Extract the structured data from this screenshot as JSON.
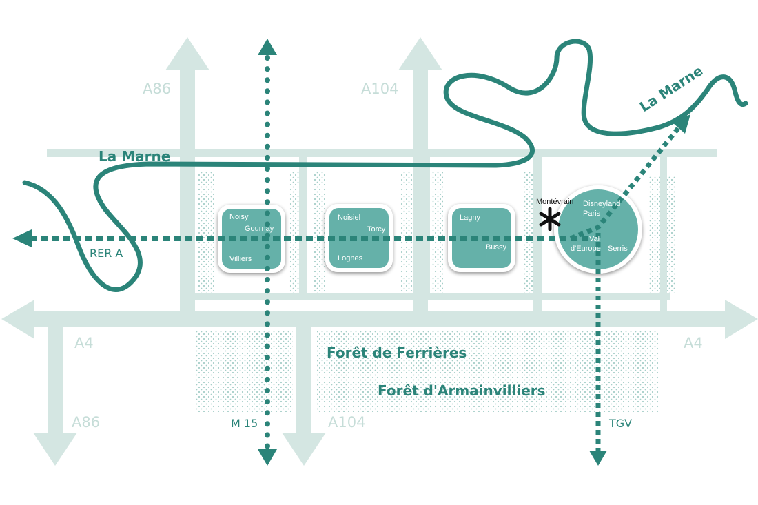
{
  "colors": {
    "road": "#d4e6e2",
    "teal": "#2b8479",
    "zone": "#65b1a9",
    "dots": "#a6cec8",
    "road_text": "#c6ddd8",
    "white": "#ffffff",
    "black": "#111111"
  },
  "roads": {
    "a86_top": "A86",
    "a104_top": "A104",
    "a4_left": "A4",
    "a4_right": "A4",
    "a86_bottom": "A86",
    "a104_bottom": "A104"
  },
  "river": {
    "label_left": "La Marne",
    "label_right": "La Marne"
  },
  "lines": {
    "rer": "RER A",
    "metro": "M 15",
    "tgv": "TGV"
  },
  "forests": {
    "ferrieres": "Forêt de Ferrières",
    "armainvilliers": "Forêt d'Armainvilliers"
  },
  "zones": [
    {
      "towns": [
        "Noisy",
        "Gournay",
        "Villiers"
      ]
    },
    {
      "towns": [
        "Noisiel",
        "Torcy",
        "Lognes"
      ]
    },
    {
      "towns": [
        "Lagny",
        "Bussy"
      ]
    },
    {
      "towns": [
        "Disneyland",
        "Paris",
        "Val",
        "d'Europe",
        "Serris"
      ]
    }
  ],
  "poi": {
    "montevrain": "Montévrain",
    "marker_icon": "asterisk-icon"
  }
}
